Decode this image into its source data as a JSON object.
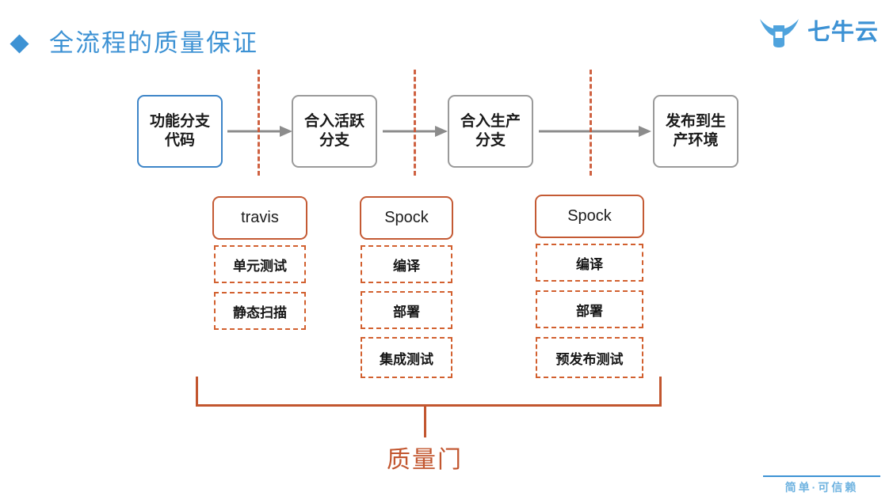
{
  "slide": {
    "title": "全流程的质量保证",
    "bullet_icon": "diamond-bullet-icon",
    "title_color": "#3d92d4",
    "accent_color": "#c2562f",
    "background": "#ffffff"
  },
  "logo": {
    "mark_icon": "qiniu-bull-logo-icon",
    "text": "七牛云",
    "color": "#3d92d4"
  },
  "flow": {
    "boxes": [
      {
        "line1": "功能分支",
        "line2": "代码",
        "border": "#3d85c8",
        "highlight": true
      },
      {
        "line1": "合入活跃",
        "line2": "分支",
        "border": "#9a9a9a",
        "highlight": false
      },
      {
        "line1": "合入生产",
        "line2": "分支",
        "border": "#9a9a9a",
        "highlight": false
      },
      {
        "line1": "发布到生",
        "line2": "产环境",
        "border": "#9a9a9a",
        "highlight": false
      }
    ],
    "arrow_icon": "right-arrow-icon",
    "separator_icon": "dashed-vertical-separator",
    "separator_color": "#cc5533"
  },
  "stages": [
    {
      "name": "travis",
      "items": [
        "单元测试",
        "静态扫描"
      ]
    },
    {
      "name": "Spock",
      "items": [
        "编译",
        "部署",
        "集成测试"
      ]
    },
    {
      "name": "Spock",
      "items": [
        "编译",
        "部署",
        "预发布测试"
      ]
    }
  ],
  "quality_gate": {
    "label": "质量门",
    "color": "#c2562f"
  },
  "footer": {
    "tagline": "简单·可信赖",
    "color": "#6fb3e0"
  }
}
